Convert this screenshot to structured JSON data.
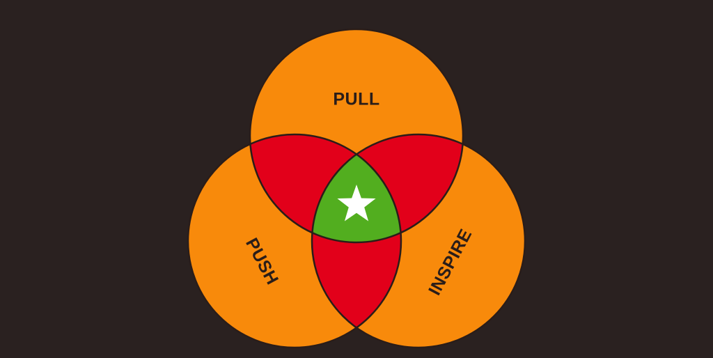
{
  "diagram": {
    "labels": {
      "top": "PULL",
      "left": "PUSH",
      "right": "INSPIRE"
    },
    "center_icon": "star-icon",
    "colors": {
      "background": "#2a2120",
      "circle_fill": "#f88a0b",
      "pair_overlap_fill": "#e2001a",
      "center_fill": "#52ae1f",
      "outline": "#2a1d19",
      "label_text": "#2a1d19",
      "star": "#ffffff"
    }
  }
}
